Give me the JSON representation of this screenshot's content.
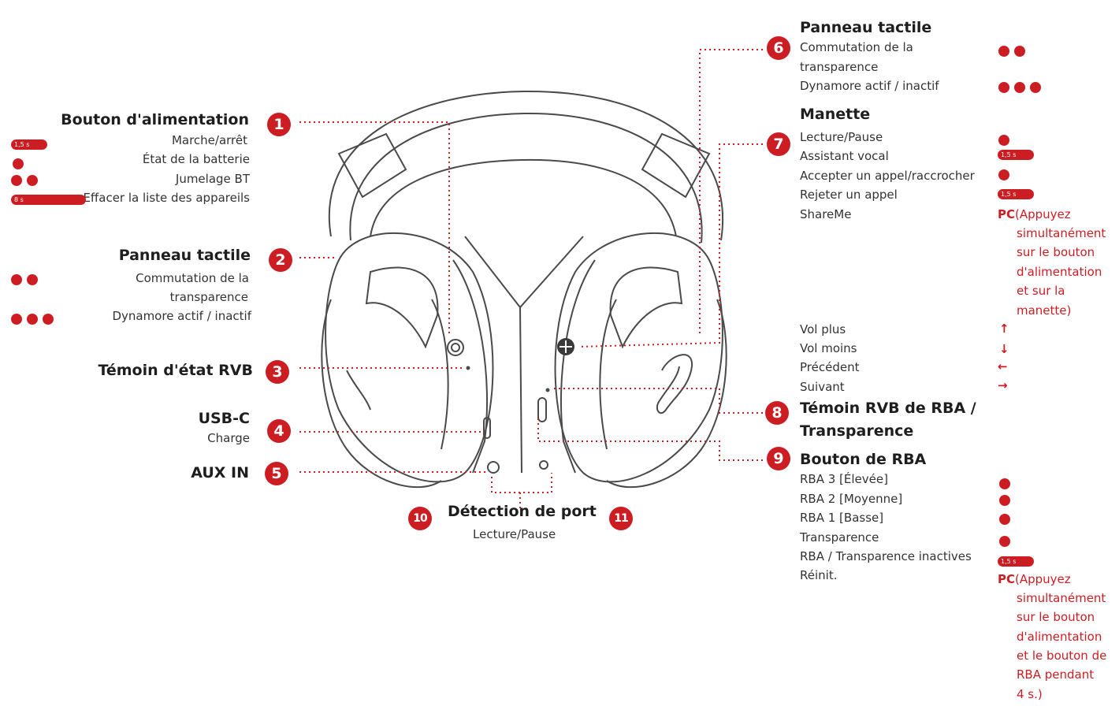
{
  "colors": {
    "accent": "#cc1d23",
    "text": "#2a2a2a",
    "outline": "#4a4a4a"
  },
  "callouts": {
    "c1": {
      "number": "1",
      "title": "Bouton d'alimentation",
      "lines": [
        "Marche/arrêt",
        "État de la batterie",
        "Jumelage BT",
        "Effacer la liste des appareils"
      ],
      "pill_1": "1,5 s",
      "pill_4": "8 s"
    },
    "c2": {
      "number": "2",
      "title": "Panneau tactile",
      "lines": [
        "Commutation de la",
        "transparence",
        "Dynamore actif / inactif"
      ]
    },
    "c3": {
      "number": "3",
      "title": "Témoin d'état RVB"
    },
    "c4": {
      "number": "4",
      "title": "USB-C",
      "line": "Charge"
    },
    "c5": {
      "number": "5",
      "title": "AUX IN"
    },
    "c6": {
      "number": "6",
      "title": "Panneau tactile",
      "lines": [
        "Commutation de la",
        "transparence",
        "Dynamore actif / inactif"
      ]
    },
    "c7": {
      "number": "7",
      "title": "Manette",
      "lines": [
        "Lecture/Pause",
        "Assistant vocal",
        "Accepter un appel/raccrocher",
        "Rejeter un appel",
        "ShareMe"
      ],
      "pill_2": "1,5 s",
      "pill_4": "1,5 s",
      "pc_label": "PC",
      "pc_text": [
        "(Appuyez",
        "simultanément",
        "sur le bouton",
        "d'alimentation",
        "et sur la",
        "manette)"
      ],
      "nav_lines": [
        "Vol plus",
        "Vol moins",
        "Précédent",
        "Suivant"
      ],
      "nav_icons": [
        "arrow-up-icon",
        "arrow-down-icon",
        "arrow-left-icon",
        "arrow-right-icon"
      ]
    },
    "c8": {
      "number": "8",
      "title_1": "Témoin RVB de RBA /",
      "title_2": "Transparence"
    },
    "c9": {
      "number": "9",
      "title": "Bouton de RBA",
      "lines": [
        "RBA 3 [Élevée]",
        "RBA 2 [Moyenne]",
        "RBA 1 [Basse]",
        "Transparence",
        "RBA / Transparence inactives",
        "Réinit."
      ],
      "pill_5": "1,5 s",
      "pc_label": "PC",
      "pc_text": [
        "(Appuyez",
        "simultanément",
        "sur le bouton",
        "d'alimentation",
        "et le bouton de",
        "RBA pendant",
        "4 s.)"
      ]
    },
    "c10": {
      "number": "10"
    },
    "c11": {
      "number": "11"
    },
    "port": {
      "title": "Détection de port",
      "line": "Lecture/Pause"
    }
  }
}
